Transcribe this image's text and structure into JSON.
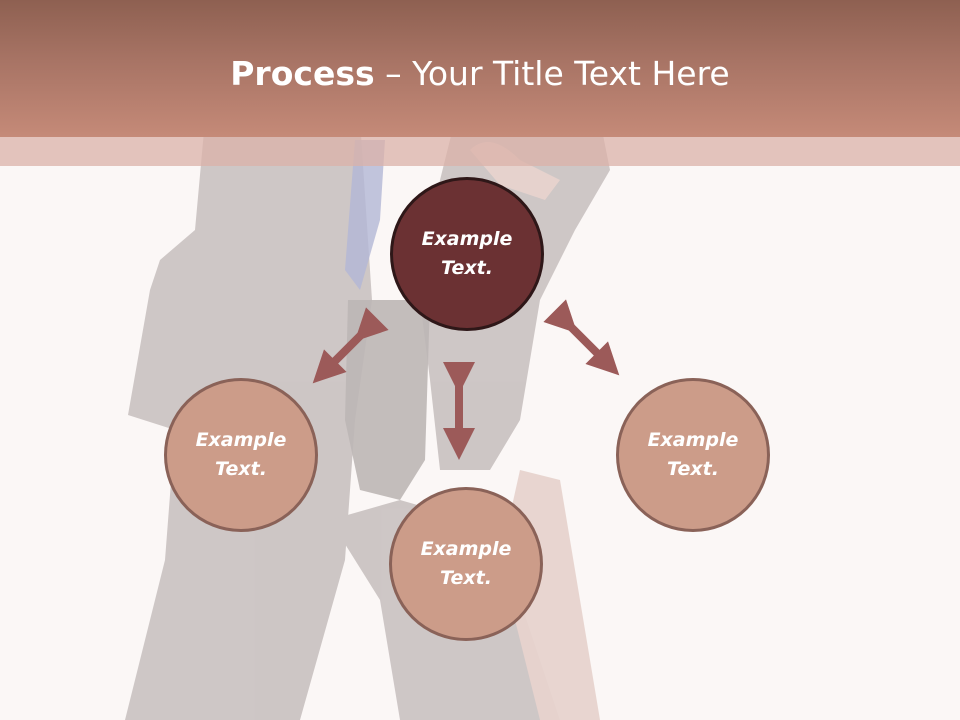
{
  "title": {
    "bold": "Process",
    "rest": " – Your Title Text Here"
  },
  "nodes": {
    "top": {
      "line1": "Example",
      "line2": "Text."
    },
    "left": {
      "line1": "Example",
      "line2": "Text."
    },
    "bottom": {
      "line1": "Example",
      "line2": "Text."
    },
    "right": {
      "line1": "Example",
      "line2": "Text."
    }
  },
  "colors": {
    "title_band": "#a87465",
    "primary_circle": "#6b3133",
    "secondary_circle": "#cc9c89",
    "arrow": "#9c5a59"
  },
  "icons": {
    "arrows": "double-headed-arrow-icon"
  }
}
